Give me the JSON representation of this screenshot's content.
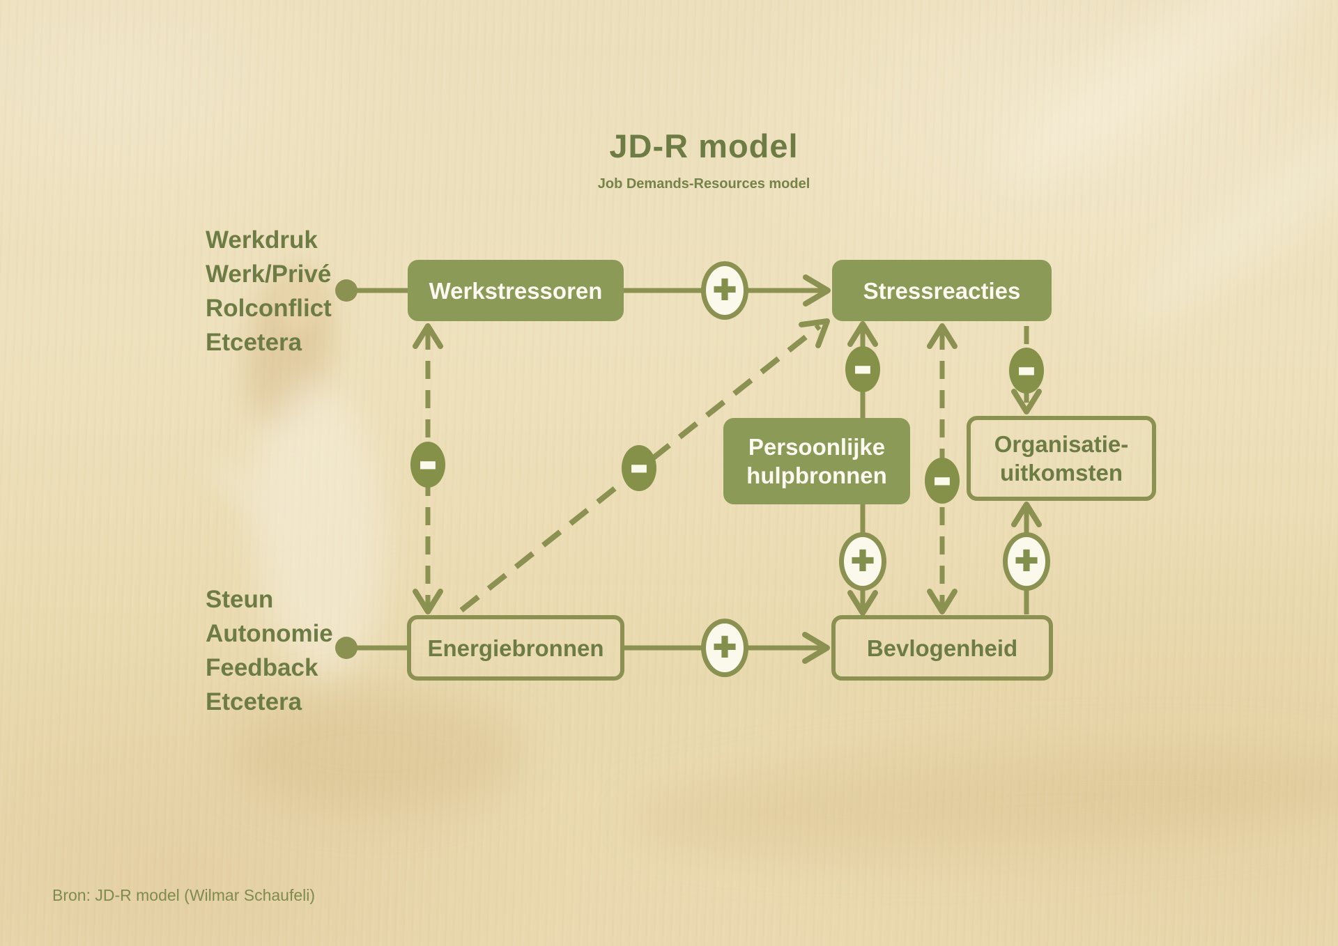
{
  "header": {
    "title": "JD-R model",
    "subtitle": "Job Demands-Resources model"
  },
  "demands": {
    "items": [
      "Werkdruk",
      "Werk/Privé",
      "Rolconflict",
      "Etcetera"
    ]
  },
  "resources": {
    "items": [
      "Steun",
      "Autonomie",
      "Feedback",
      "Etcetera"
    ]
  },
  "boxes": {
    "werkstressoren": {
      "label": "Werkstressoren",
      "style": "filled"
    },
    "stressreacties": {
      "label": "Stressreacties",
      "style": "filled"
    },
    "persoonlijke_hulpbronnen": {
      "label": "Persoonlijke hulpbronnen",
      "style": "filled"
    },
    "organisatie_uitkomsten": {
      "label": "Organisatie-uitkomsten",
      "style": "outlined"
    },
    "energiebronnen": {
      "label": "Energiebronnen",
      "style": "outlined"
    },
    "bevlogenheid": {
      "label": "Bevlogenheid",
      "style": "outlined"
    }
  },
  "connectors": {
    "werkstressoren_stressreacties": {
      "sign": "+",
      "style": "solid"
    },
    "energiebronnen_bevlogenheid": {
      "sign": "+",
      "style": "solid"
    },
    "persoonlijke_bevlogenheid": {
      "sign": "+",
      "style": "solid"
    },
    "bevlogenheid_organisatie": {
      "sign": "+",
      "style": "solid"
    },
    "werkstressoren_energiebronnen": {
      "sign": "-",
      "style": "dashed"
    },
    "energiebronnen_stressreacties": {
      "sign": "-",
      "style": "dashed"
    },
    "persoonlijke_stressreacties": {
      "sign": "-",
      "style": "solid"
    },
    "bevlogenheid_stressreacties": {
      "sign": "-",
      "style": "dashed"
    },
    "stressreacties_organisatie": {
      "sign": "-",
      "style": "dashed"
    }
  },
  "footer": {
    "source": "Bron: JD-R model (Wilmar Schaufeli)"
  },
  "colors": {
    "background": "#ecdfbb",
    "box_fill_green": "#8c9a58",
    "line_green": "#8a9151",
    "dark_text_green": "#6d7c44",
    "box_text_white": "#fbf9f0"
  }
}
